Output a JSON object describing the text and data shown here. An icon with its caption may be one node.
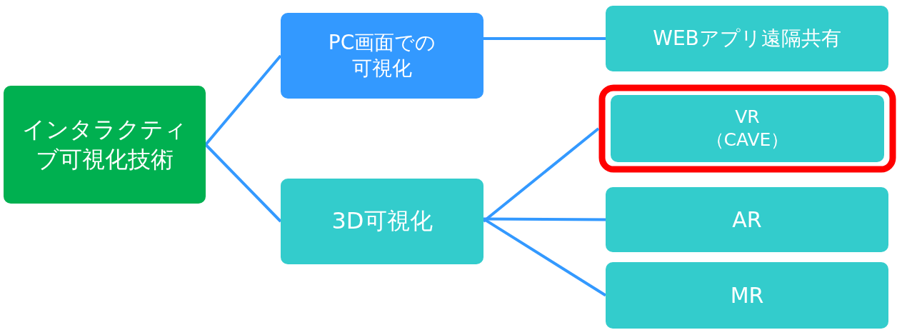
{
  "diagram": {
    "nodes": [
      {
        "text": [
          "インタラクティブ可視化技術"
        ]
      },
      {
        "text": [
          "PC画面での可視化"
        ]
      },
      {
        "text": [
          "3D可視化"
        ]
      },
      {
        "text": [
          "WEBアプリ遠隔共有"
        ]
      },
      {
        "text": [
          "VR （CAVE）"
        ]
      },
      {
        "text": [
          "AR"
        ]
      },
      {
        "text": [
          "MR"
        ]
      }
    ],
    "edges": [
      {
        "from": 0,
        "to": 1,
        "arrow": "none"
      },
      {
        "from": 0,
        "to": 2,
        "arrow": "none"
      },
      {
        "from": 1,
        "to": 3,
        "arrow": "none"
      },
      {
        "from": 2,
        "to": 4,
        "arrow": "none"
      },
      {
        "from": 2,
        "to": 5,
        "arrow": "none"
      },
      {
        "from": 2,
        "to": 6,
        "arrow": "none"
      }
    ]
  }
}
